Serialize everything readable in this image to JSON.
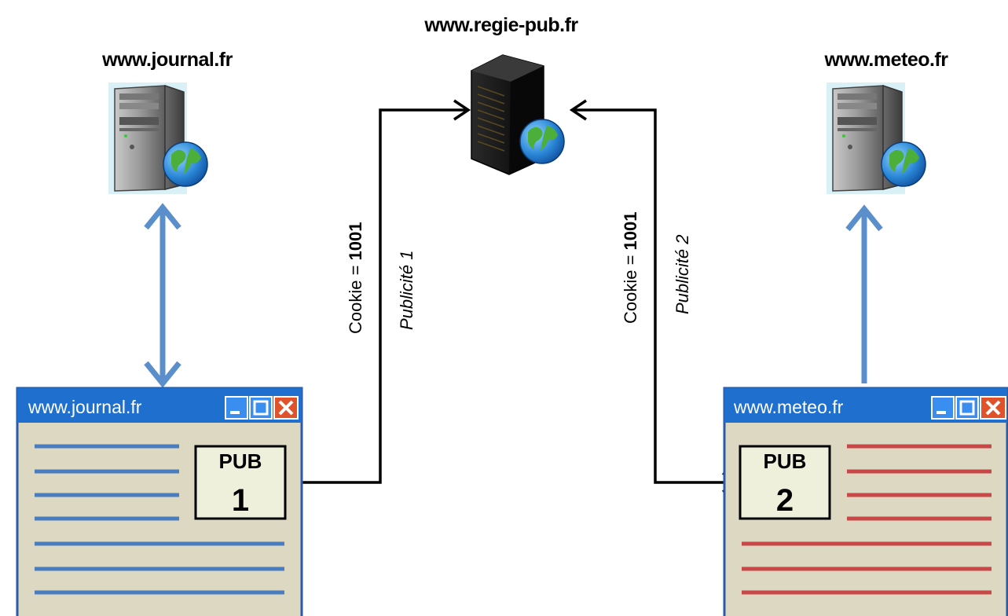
{
  "servers": {
    "journal": {
      "label": "www.journal.fr",
      "icon": "server-tower-globe-icon"
    },
    "regie": {
      "label": "www.regie-pub.fr",
      "icon": "server-rack-globe-icon"
    },
    "meteo": {
      "label": "www.meteo.fr",
      "icon": "server-tower-globe-icon"
    }
  },
  "flows": {
    "left": {
      "cookie_prefix": "Cookie = ",
      "cookie_value": "1001",
      "ad_label": "Publicité 1"
    },
    "right": {
      "cookie_prefix": "Cookie = ",
      "cookie_value": "1001",
      "ad_label": "Publicité 2"
    }
  },
  "windows": {
    "journal": {
      "title": "www.journal.fr",
      "pub_label": "PUB",
      "pub_number": "1",
      "line_color": "#4a7cc0"
    },
    "meteo": {
      "title": "www.meteo.fr",
      "pub_label": "PUB",
      "pub_number": "2",
      "line_color": "#c84848"
    }
  },
  "colors": {
    "blue_arrow": "#5b8fcc",
    "black_arrow": "#000000",
    "window_titlebar": "#1f6fce",
    "window_body": "#dcd8c2",
    "pub_box": "#eef0dc"
  }
}
